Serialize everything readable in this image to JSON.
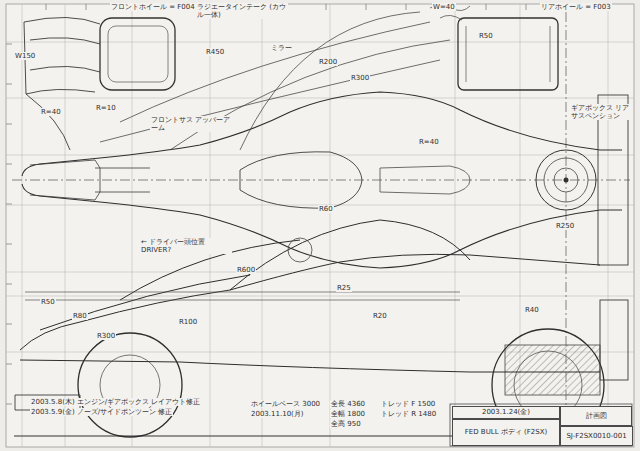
{
  "diagram": {
    "nodes": [
      {
        "text": [
          "2003.1.24(金)"
        ]
      },
      {
        "text": [
          "計画図"
        ]
      },
      {
        "text": [
          "FED BULL ボディ (F2SX)"
        ]
      },
      {
        "text": [
          "SJ-F2SX0010-001"
        ]
      }
    ],
    "labels": [
      "W150",
      "フロントホイール = F004",
      "ラジエータインテーク (カウル一体)",
      "R450",
      "R=40",
      "R=10",
      "フロントサス アッパーアーム",
      "ミラー",
      "R200",
      "R300",
      "W=40",
      "リアホイール = F003",
      "R50",
      "ギアボックス リアサスペンション",
      "R=40",
      "← ドライバー頭位置 DRIVER?",
      "R60",
      "R250",
      "R50",
      "R80",
      "R300",
      "R100",
      "R600",
      "R25",
      "R20",
      "R40",
      "2003.5.8(木) エンジン/ギアボックス レイアウト修正",
      "2003.5.9(金) ノーズ/サイドポンツーン 修正",
      "全長 4360",
      "全幅 1800",
      "全高 950",
      "トレッド F 1500",
      "トレッド R 1480",
      "ホイールベース 3000",
      "2003.11.10(月)"
    ]
  }
}
